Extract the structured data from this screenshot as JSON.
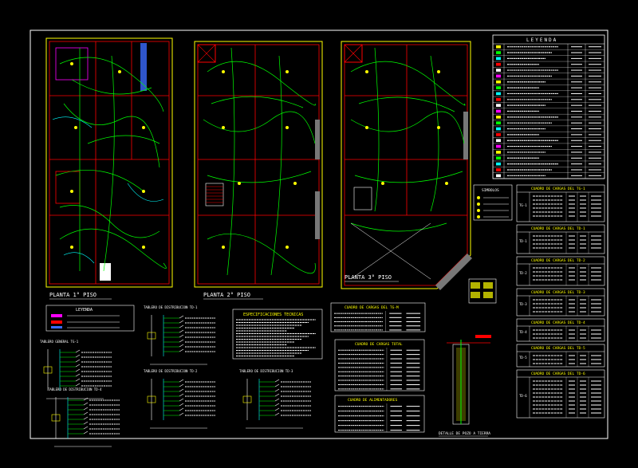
{
  "plans": [
    {
      "title": "PLANTA 1° PISO"
    },
    {
      "title": "PLANTA 2° PISO"
    },
    {
      "title": "PLANTA 3° PISO"
    }
  ],
  "legend": {
    "title": "LEYENDA",
    "rows": 23
  },
  "simbolos": {
    "title": "SIMBOLOS"
  },
  "load_tables": [
    {
      "title": "CUADRO DE CARGAS DEL TG-1",
      "tag": "TG-1"
    },
    {
      "title": "CUADRO DE CARGAS DEL TD-1",
      "tag": "TD-1"
    },
    {
      "title": "CUADRO DE CARGAS DEL TD-2",
      "tag": "TD-2"
    },
    {
      "title": "CUADRO DE CARGAS DEL TD-3",
      "tag": "TD-3"
    },
    {
      "title": "CUADRO DE CARGAS DEL TD-4",
      "tag": "TD-4"
    },
    {
      "title": "CUADRO DE CARGAS DEL TD-5",
      "tag": "TD-5"
    },
    {
      "title": "CUADRO DE CARGAS DEL TD-6",
      "tag": "TD-6"
    }
  ],
  "notes": {
    "title": "ESPECIFICACIONES TECNICAS",
    "lines": 14
  },
  "small_legend": {
    "title": "LEYENDA"
  },
  "cuadro_total": {
    "title": "CUADRO DE CARGAS TOTAL"
  },
  "cuadro_max": {
    "title": "CUADRO DE CARGAS DEL TG-M"
  },
  "cuadro_alim": {
    "title": "CUADRO DE ALIMENTADORES"
  },
  "detail": {
    "title": "DETALLE DE POZO A TIERRA"
  },
  "diagrams": [
    {
      "title": "TABLERO DE DISTRIBUCION TD-1"
    },
    {
      "title": "TABLERO DE DISTRIBUCION TD-2"
    },
    {
      "title": "TABLERO DE DISTRIBUCION TD-3"
    },
    {
      "title": "TABLERO GENERAL TG-1"
    },
    {
      "title": "TABLERO DE DISTRIBUCION TD-4"
    }
  ],
  "colors": {
    "background": "#000000",
    "frame": "#ffffff",
    "wire": "#00ff00",
    "cyan": "#00ffff",
    "red": "#ff0000",
    "yellow": "#ffff00",
    "magenta": "#ff00ff",
    "blue": "#3b6bff"
  }
}
